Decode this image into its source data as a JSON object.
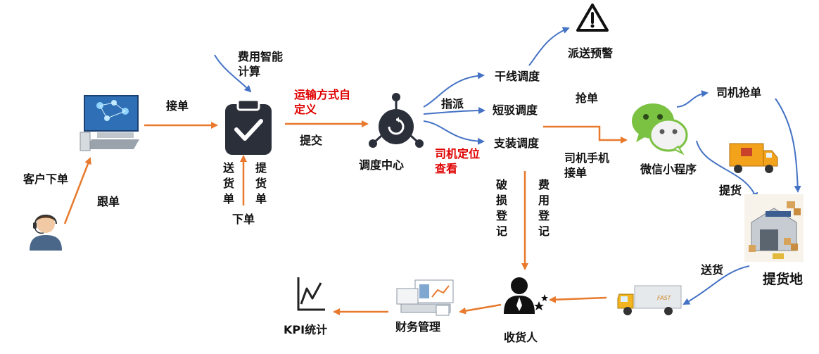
{
  "labels": {
    "customer_order": "客户下单",
    "follow_up": "跟单",
    "accept_order": "接单",
    "smart_fee": "费用智能计算",
    "custom_transport": "运输方式自定义",
    "submit": "提交",
    "delivery_note": "送货单",
    "pickup_note": "提货单",
    "place_order": "下单",
    "dispatch_center": "调度中心",
    "assign": "指派",
    "trunk_dispatch": "干线调度",
    "short_dispatch": "短驳调度",
    "load_dispatch": "支装调度",
    "driver_location": "司机定位查看",
    "delivery_warning": "派送预警",
    "grab_order": "抢单",
    "driver_mobile_accept": "司机手机接单",
    "wechat_app": "微信小程序",
    "driver_grab": "司机抢单",
    "pickup": "提货",
    "pickup_location": "提货地",
    "deliver": "送货",
    "damage_register": "破损登记",
    "fee_register": "费用登记",
    "receiver": "收货人",
    "finance": "财务管理",
    "kpi": "KPI统计"
  },
  "icons": {
    "computer": "computer-icon",
    "customer_service": "headset-agent-icon",
    "clipboard": "clipboard-check-icon",
    "dispatch": "dispatch-hub-icon",
    "warning": "warning-triangle-icon",
    "wechat": "wechat-icon",
    "truck_cargo": "cargo-truck-icon",
    "warehouse": "warehouse-icon",
    "delivery_truck": "delivery-truck-icon",
    "receiver": "person-stars-icon",
    "finance": "finance-desk-icon",
    "kpi": "line-chart-icon"
  },
  "colors": {
    "orange_arrow": "#e8792d",
    "blue_arrow": "#4472c4",
    "red_text": "#e00000"
  }
}
